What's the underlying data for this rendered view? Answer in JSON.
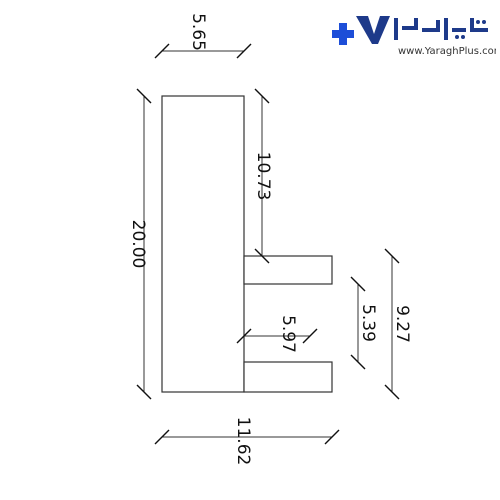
{
  "logo": {
    "brand_text": "یراق پلاس",
    "url": "www.YaraghPlus.com",
    "colors": {
      "primary": "#1e3a8a",
      "accent": "#1d4ed8"
    }
  },
  "dimensions": {
    "top_width": "5.65",
    "upper_height": "10.73",
    "total_height": "20.00",
    "notch_width": "5.97",
    "notch_height": "5.39",
    "lower_height": "9.27",
    "bottom_width": "11.62"
  }
}
